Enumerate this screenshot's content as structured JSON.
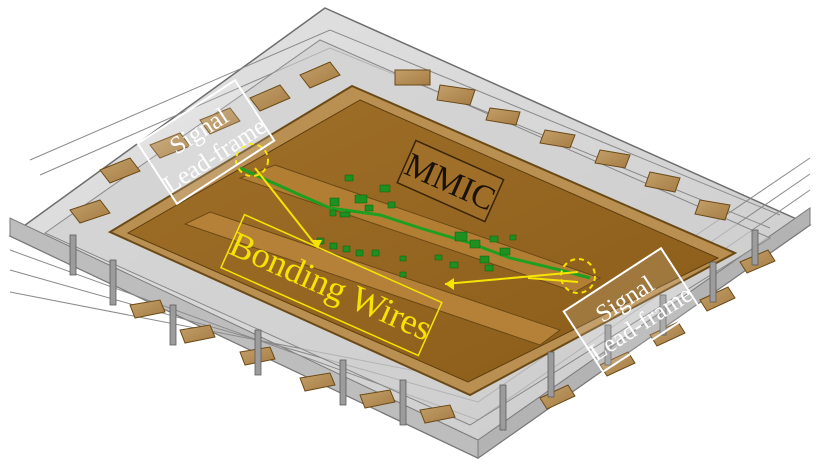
{
  "labels": {
    "signal_left": [
      "Signal",
      "Lead-frame"
    ],
    "signal_right": [
      "Signal",
      "Lead-frame"
    ],
    "mmic": "MMIC",
    "bonding": "Bonding Wires"
  },
  "colors": {
    "package_body": "#d8d8d8",
    "package_edge": "#7a7a7a",
    "substrate": "#9a6a1e",
    "substrate_dark": "#7e5414",
    "lead_pad": "#b08a5a",
    "circuit_green": "#1f8f1f",
    "annotation_yellow": "#f5e400"
  }
}
